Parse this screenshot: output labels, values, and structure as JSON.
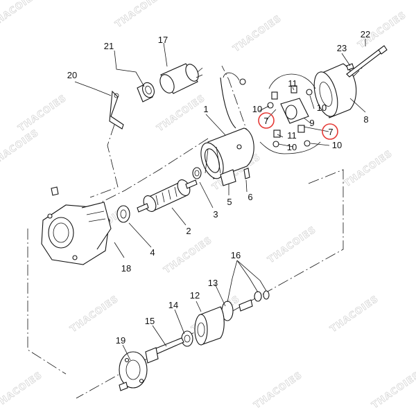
{
  "diagram": {
    "watermark_text": "THACOIES",
    "highlight_color": "#e53935",
    "callouts": {
      "c1": "1",
      "c2": "2",
      "c3": "3",
      "c4": "4",
      "c5": "5",
      "c6": "6",
      "c7a": "7",
      "c7b": "7",
      "c8": "8",
      "c9": "9",
      "c10a": "10",
      "c10b": "10",
      "c10c": "10",
      "c10d": "10",
      "c11a": "11",
      "c11b": "11",
      "c12": "12",
      "c13": "13",
      "c14": "14",
      "c15": "15",
      "c16": "16",
      "c17": "17",
      "c18": "18",
      "c19": "19",
      "c20": "20",
      "c21": "21",
      "c22": "22",
      "c23": "23"
    }
  }
}
